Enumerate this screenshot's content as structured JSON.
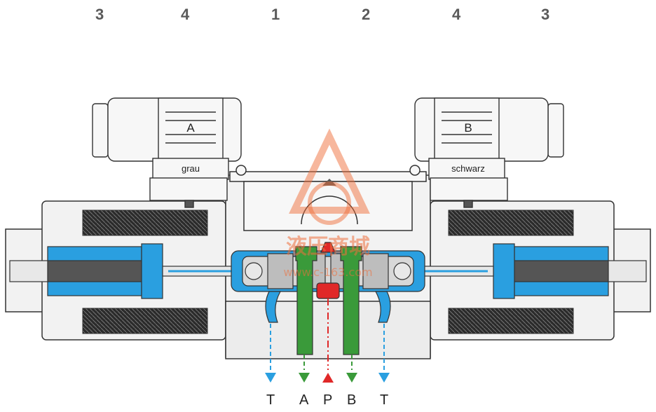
{
  "top_numbers": [
    "3",
    "4",
    "1",
    "2",
    "4",
    "3"
  ],
  "solenoid_a": {
    "letter": "A",
    "label": "grau"
  },
  "solenoid_b": {
    "letter": "B",
    "label": "schwarz"
  },
  "ports": [
    "T",
    "A",
    "P",
    "B",
    "T"
  ],
  "watermark": {
    "text": "液压商城",
    "url": "www.c-163.com"
  },
  "colors": {
    "oil_tank": "#2a9fe0",
    "oil_work": "#3a9a3a",
    "oil_pressure": "#e02828",
    "outline": "#333333",
    "housing": "#f2f2f2",
    "coil": "#2b2b2b",
    "watermark": "#ef6f3c"
  }
}
